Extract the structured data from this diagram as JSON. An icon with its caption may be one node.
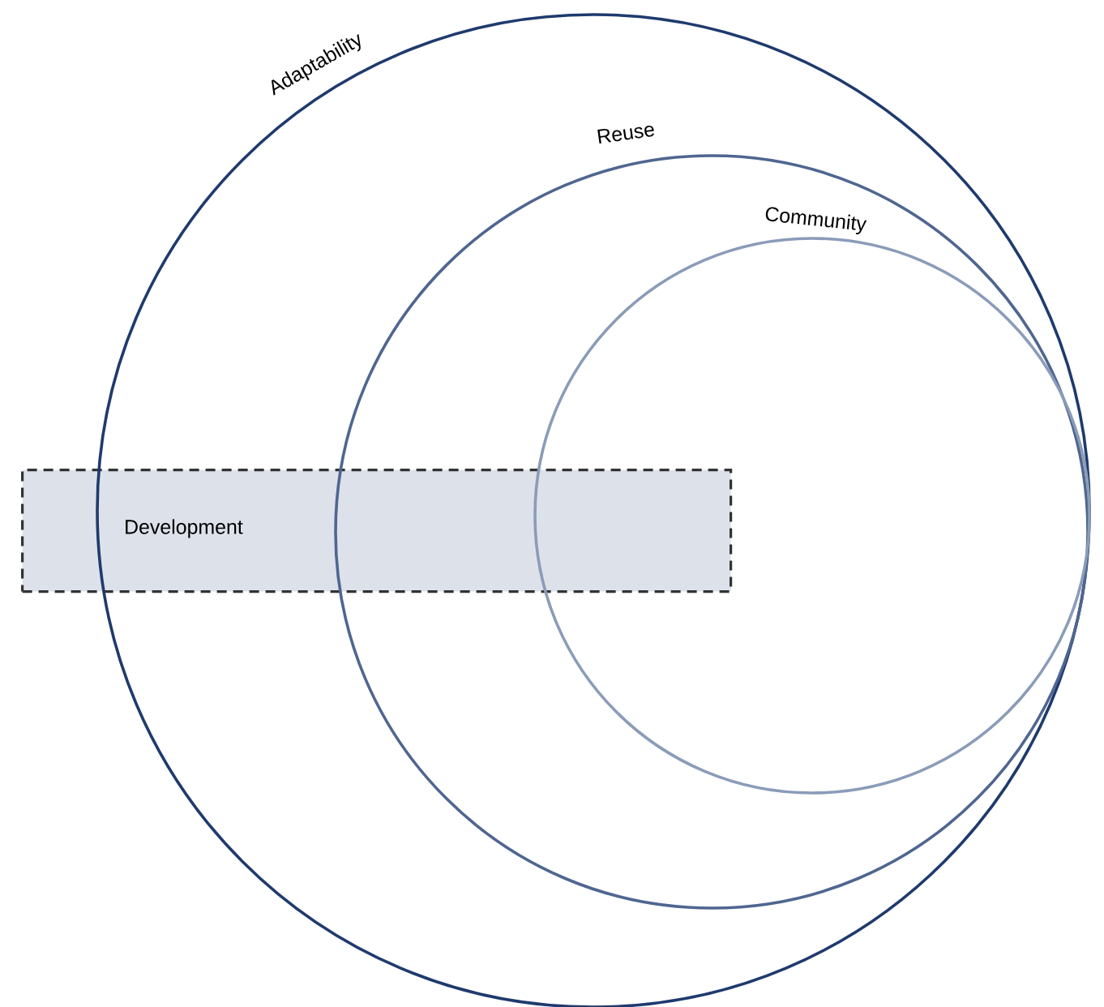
{
  "diagram": {
    "nodes": [
      {
        "text": [
          "Adaptability"
        ]
      },
      {
        "text": [
          "Reuse"
        ],
        "in": 0
      },
      {
        "text": [
          "Community"
        ],
        "in": 1
      },
      {
        "text": [
          "Development"
        ]
      }
    ]
  }
}
